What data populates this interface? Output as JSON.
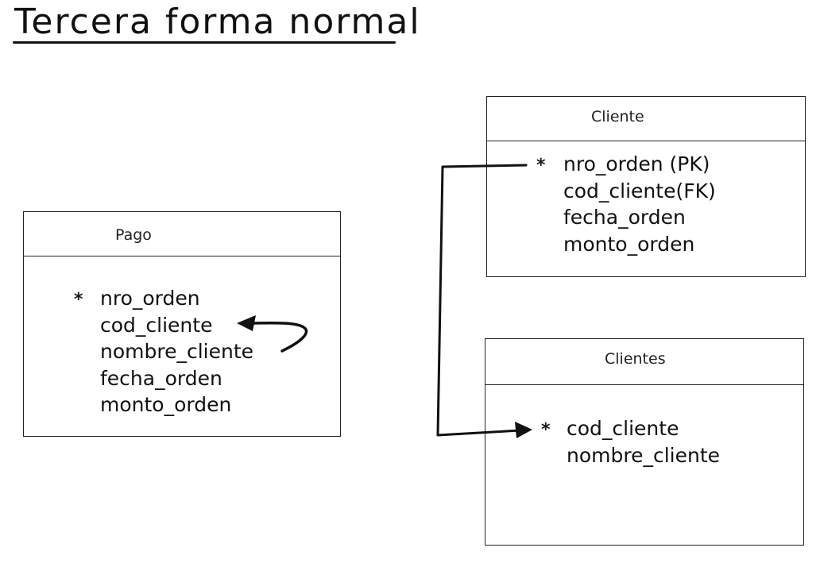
{
  "title": "Tercera forma normal",
  "entities": {
    "pago": {
      "name": "Pago",
      "pk_marker": "*",
      "attributes": [
        "nro_orden",
        "cod_cliente",
        "nombre_cliente",
        "fecha_orden",
        "monto_orden"
      ]
    },
    "cliente": {
      "name": "Cliente",
      "pk_marker": "*",
      "attributes": [
        "nro_orden (PK)",
        "cod_cliente(FK)",
        "fecha_orden",
        "monto_orden"
      ]
    },
    "clientes": {
      "name": "Clientes",
      "pk_marker": "*",
      "attributes": [
        "cod_cliente",
        "nombre_cliente"
      ]
    }
  },
  "relationships": [
    {
      "from": "pago.nombre_cliente",
      "to": "pago.cod_cliente",
      "type": "functional-dependency-arrow"
    },
    {
      "from": "cliente.nro_orden",
      "to": "clientes.cod_cliente",
      "type": "connector-arrow"
    }
  ]
}
